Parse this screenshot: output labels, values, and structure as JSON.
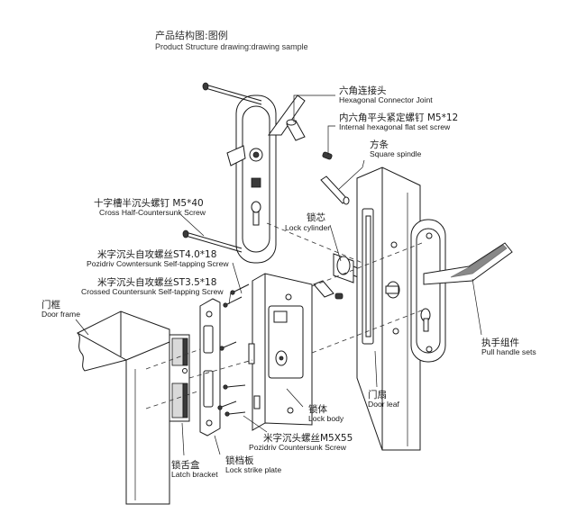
{
  "title": {
    "zh": "产品结构图:图例",
    "en": "Product Structure drawing:drawing sample"
  },
  "labels": {
    "hex_joint": {
      "zh": "六角连接头",
      "en": "Hexagonal Connector Joint"
    },
    "set_screw": {
      "zh": "内六角平头紧定螺钉 M5*12",
      "en": "Internal hexagonal flat set screw"
    },
    "spindle": {
      "zh": "方条",
      "en": "Square spindle"
    },
    "cross_screw": {
      "zh": "十字槽半沉头螺钉 M5*40",
      "en": "Cross Half-Countersunk Screw"
    },
    "cylinder": {
      "zh": "锁芯",
      "en": "Lock cylinder"
    },
    "st40": {
      "zh": "米字沉头自攻螺丝ST4.0*18",
      "en": "Pozidriv Cowntersunk Self-tapping Screw"
    },
    "st35": {
      "zh": "米字沉头自攻螺丝ST3.5*18",
      "en": "Crossed Countersunk Self-tapping Screw"
    },
    "door_frame": {
      "zh": "门框",
      "en": "Door frame"
    },
    "pull_handle": {
      "zh": "执手组件",
      "en": "Pull handle sets"
    },
    "door_leaf": {
      "zh": "门扇",
      "en": "Door leaf"
    },
    "lock_body": {
      "zh": "锁体",
      "en": "Lock body"
    },
    "m5x55": {
      "zh": "米字沉头螺丝M5X55",
      "en": "Pozidriv Countersunk Screw"
    },
    "strike": {
      "zh": "锁档板",
      "en": "Lock strike plate"
    },
    "latch": {
      "zh": "锁舌盒",
      "en": "Latch bracket"
    }
  }
}
